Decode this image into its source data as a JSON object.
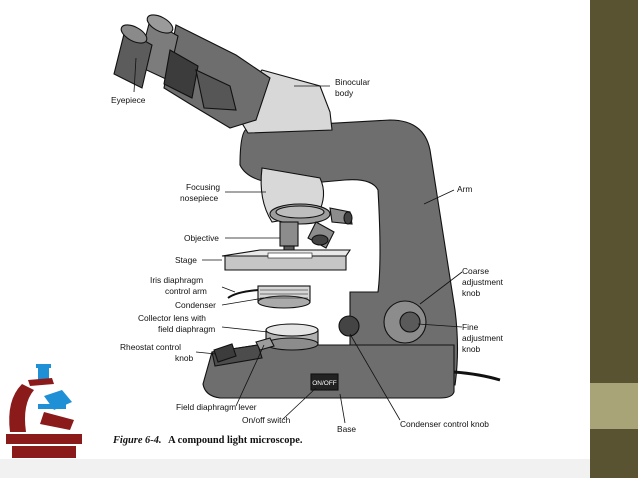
{
  "labels": {
    "eyepiece": "Eyepiece",
    "binocular_body_1": "Binocular",
    "binocular_body_2": "body",
    "focusing_nosepiece_1": "Focusing",
    "focusing_nosepiece_2": "nosepiece",
    "arm": "Arm",
    "objective": "Objective",
    "stage": "Stage",
    "iris_1": "Iris diaphragm",
    "iris_2": "control arm",
    "condenser": "Condenser",
    "collector_1": "Collector lens with",
    "collector_2": "field diaphragm",
    "rheostat_1": "Rheostat control",
    "rheostat_2": "knob",
    "coarse_1": "Coarse",
    "coarse_2": "adjustment",
    "coarse_3": "knob",
    "fine_1": "Fine",
    "fine_2": "adjustment",
    "fine_3": "knob",
    "field_lever": "Field diaphragm lever",
    "onoff_switch": "On/off switch",
    "base": "Base",
    "condenser_control": "Condenser control knob",
    "switch_text": "ON/OFF"
  },
  "caption": {
    "figure": "Figure 6-4.",
    "title": "A compound light microscope."
  },
  "colors": {
    "body_dark": "#6e6e6e",
    "body_light": "#d8d8d8",
    "side_band": "#595331",
    "side_accent": "#a8a478",
    "logo_red": "#8b1a1a",
    "logo_blue": "#1f8fd6"
  }
}
